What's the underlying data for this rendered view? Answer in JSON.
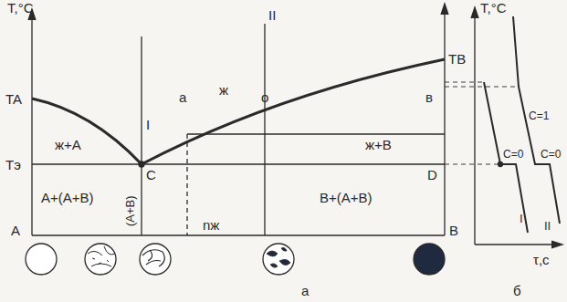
{
  "diagram": {
    "labels": [
      "T,°C",
      "TA",
      "Tэ",
      "TB",
      "ж",
      "II",
      "I",
      "a",
      "o",
      "в",
      "ж+A",
      "ж+B",
      "C",
      "D",
      "A+(A+B)",
      "(A+B)",
      "B+(A+B)",
      "nж",
      "A",
      "B",
      "a",
      "б",
      "T,°C",
      "C=1",
      "C=0",
      "C=0",
      "I",
      "II",
      "τ,c"
    ]
  }
}
